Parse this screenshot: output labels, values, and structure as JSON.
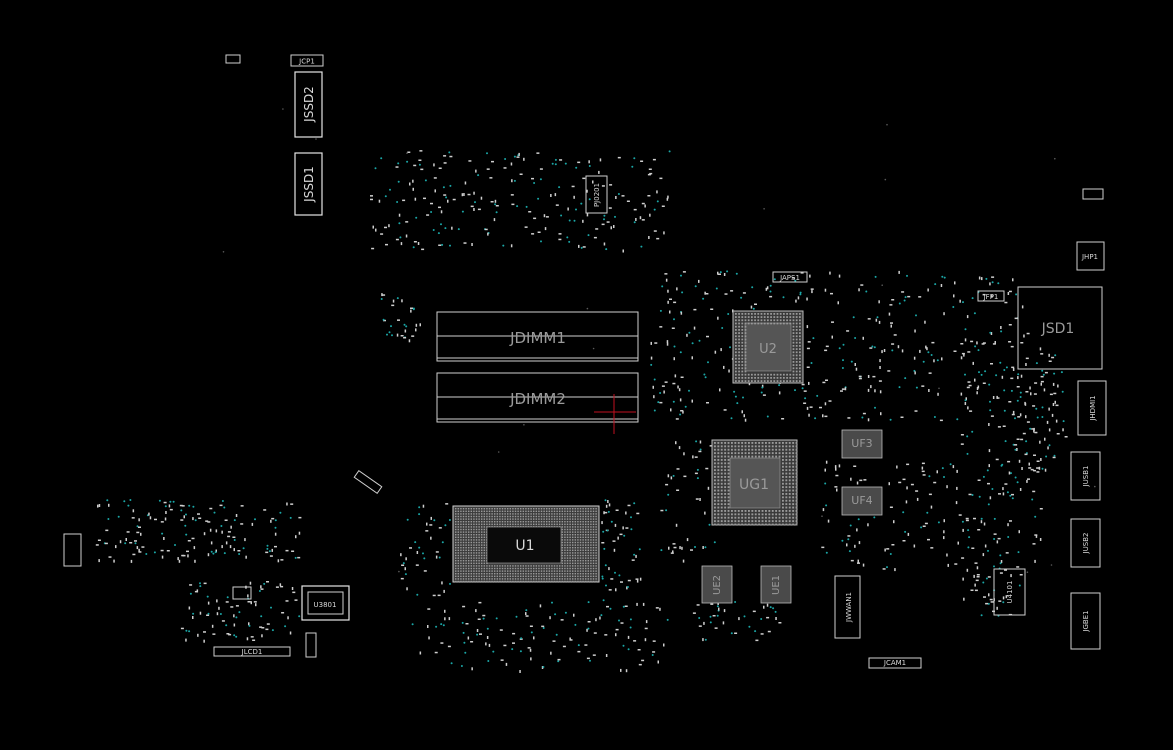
{
  "board": {
    "background": "#000000",
    "trace_color": "#cfcfcf",
    "via_color": "#1aa6a6",
    "marker_color": "#c01020"
  },
  "labels": {
    "jcp1": "JCP1",
    "jssd2": "JSSD2",
    "jssd1": "JSSD1",
    "pj0201": "PJ0201",
    "jdimm1": "JDIMM1",
    "jdimm2": "JDIMM2",
    "japs1": "JAPS1",
    "u2": "U2",
    "jfp1": "JFP1",
    "jhp1": "JHP1",
    "jsd1": "JSD1",
    "jhdmi1": "JHDMI1",
    "uf3": "UF3",
    "uf4": "UF4",
    "ug1": "UG1",
    "jusb1": "JUSB1",
    "jusb2": "JUSB2",
    "u1": "U1",
    "u3801": "U3801",
    "ue2": "UE2",
    "ue1": "UE1",
    "jwwan1": "JWWAN1",
    "u4101": "U4101",
    "jgbe1": "JGBE1",
    "jlcd1": "JLCD1",
    "jcam1": "JCAM1"
  }
}
